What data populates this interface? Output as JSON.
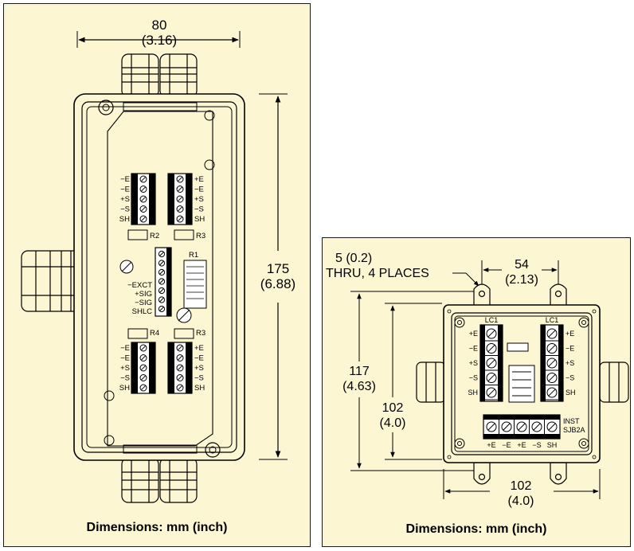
{
  "left_figure": {
    "caption": "Dimensions: mm (inch)",
    "width_dim": {
      "mm": "80",
      "inch": "(3.16)"
    },
    "height_dim": {
      "mm": "175",
      "inch": "(6.88)"
    },
    "top_left_block": {
      "labels": [
        "−E",
        "−E",
        "+S",
        "−S",
        "SH"
      ],
      "resistor": "R2"
    },
    "top_right_block": {
      "labels": [
        "+E",
        "−E",
        "+S",
        "−S",
        "SH"
      ],
      "resistor": "R3"
    },
    "middle_block": {
      "labels": [
        "−EXCT",
        "+SIG",
        "−SIG",
        "SHLC"
      ],
      "chip": "R1"
    },
    "bottom_left_block": {
      "labels": [
        "−E",
        "−E",
        "+S",
        "−S",
        "SH"
      ],
      "resistor": "R4"
    },
    "bottom_right_block": {
      "labels": [
        "+E",
        "−E",
        "+S",
        "−S",
        "SH"
      ],
      "resistor": "R3"
    }
  },
  "right_figure": {
    "caption": "Dimensions: mm (inch)",
    "hole_note": {
      "line1": "5 (0.2)",
      "line2": "THRU, 4 PLACES"
    },
    "mount_spacing_dim": {
      "mm": "54",
      "inch": "(2.13)"
    },
    "outer_height_dim": {
      "mm": "117",
      "inch": "(4.63)"
    },
    "inner_height_dim": {
      "mm": "102",
      "inch": "(4.0)"
    },
    "width_dim": {
      "mm": "102",
      "inch": "(4.0)"
    },
    "left_block": {
      "header": "LC1",
      "labels": [
        "+E",
        "−E",
        "+S",
        "−S",
        "SH"
      ]
    },
    "right_block": {
      "header": "LC1",
      "labels": [
        "+E",
        "−E",
        "+S",
        "−S",
        "SH"
      ]
    },
    "bottom_block": {
      "labels": [
        "+E",
        "−E",
        "+E",
        "−S",
        "SH"
      ],
      "tag_line1": "INST",
      "tag_line2": "SJB2A"
    }
  }
}
